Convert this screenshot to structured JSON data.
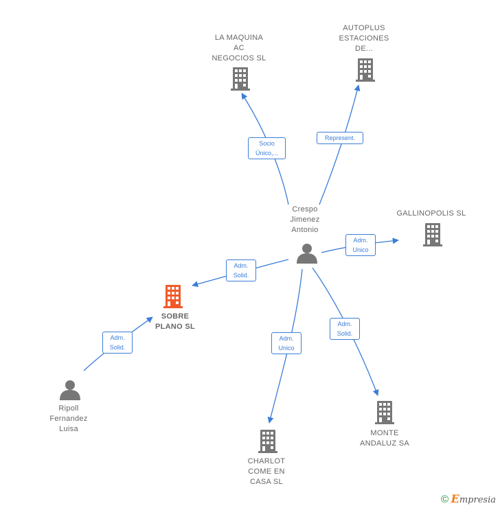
{
  "nodes": {
    "la_maquina": {
      "label": "LA MAQUINA\nAC\nNEGOCIOS SL",
      "type": "company"
    },
    "autoplus": {
      "label": "AUTOPLUS\nESTACIONES\nDE...",
      "type": "company"
    },
    "gallinopolis": {
      "label": "GALLINOPOLIS SL",
      "type": "company"
    },
    "crespo": {
      "label": "Crespo\nJimenez\nAntonio",
      "type": "person"
    },
    "sobre_plano": {
      "label": "SOBRE\nPLANO SL",
      "type": "company-main"
    },
    "ripoll": {
      "label": "Ripoll\nFernandez\nLuisa",
      "type": "person"
    },
    "charlot": {
      "label": "CHARLOT\nCOME EN\nCASA SL",
      "type": "company"
    },
    "monte": {
      "label": "MONTE\nANDALUZ SA",
      "type": "company"
    }
  },
  "edges": {
    "socio": "Socio\nÚnico,...",
    "represent": "Represent.",
    "adm_unico_gallinopolis": "Adm.\nUnico",
    "adm_solid_sobre": "Adm.\nSolid.",
    "adm_solid_ripoll": "Adm.\nSolid.",
    "adm_unico_charlot": "Adm.\nUnico",
    "adm_solid_monte": "Adm.\nSolid."
  },
  "colors": {
    "edge": "#3b7dd8",
    "icon": "#777777",
    "main_icon": "#f05a28"
  },
  "icons": {
    "company": "building-icon",
    "person": "person-icon"
  },
  "footer": {
    "copyright": "©",
    "brand_initial": "E",
    "brand_rest": "mpresia"
  }
}
